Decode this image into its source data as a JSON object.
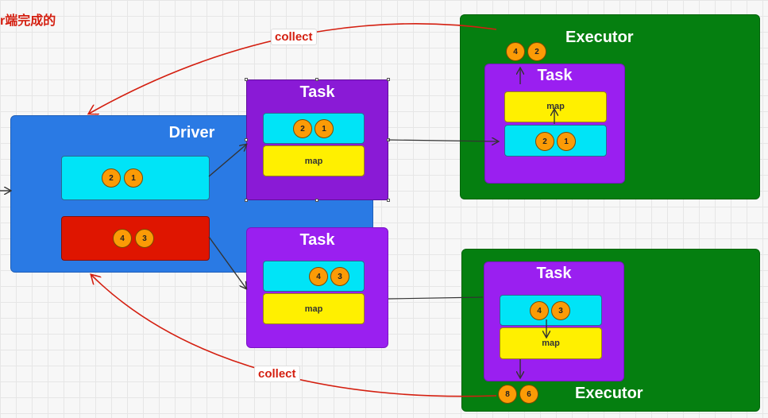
{
  "corner_text": "r端完成的",
  "driver": {
    "title": "Driver",
    "partition_a": [
      "2",
      "1"
    ],
    "partition_b": [
      "4",
      "3"
    ]
  },
  "tasks": {
    "top": {
      "title": "Task",
      "items": [
        "2",
        "1"
      ],
      "op": "map"
    },
    "bottom": {
      "title": "Task",
      "items": [
        "4",
        "3"
      ],
      "op": "map"
    }
  },
  "executors": {
    "top": {
      "title": "Executor",
      "result": [
        "4",
        "2"
      ],
      "task": {
        "title": "Task",
        "op": "map",
        "items": [
          "2",
          "1"
        ]
      }
    },
    "bottom": {
      "title": "Executor",
      "result": [
        "8",
        "6"
      ],
      "task": {
        "title": "Task",
        "op": "map",
        "items": [
          "4",
          "3"
        ]
      }
    }
  },
  "collect_labels": {
    "top": "collect",
    "bottom": "collect"
  },
  "colors": {
    "driver": "#2a7ae4",
    "executor": "#057f10",
    "task": "#9a1ff0",
    "partition": "#00e4f7",
    "map": "#fff000",
    "partition_red": "#df1500",
    "circle": "#fb9b06",
    "collect_arrow": "#d41f10"
  }
}
